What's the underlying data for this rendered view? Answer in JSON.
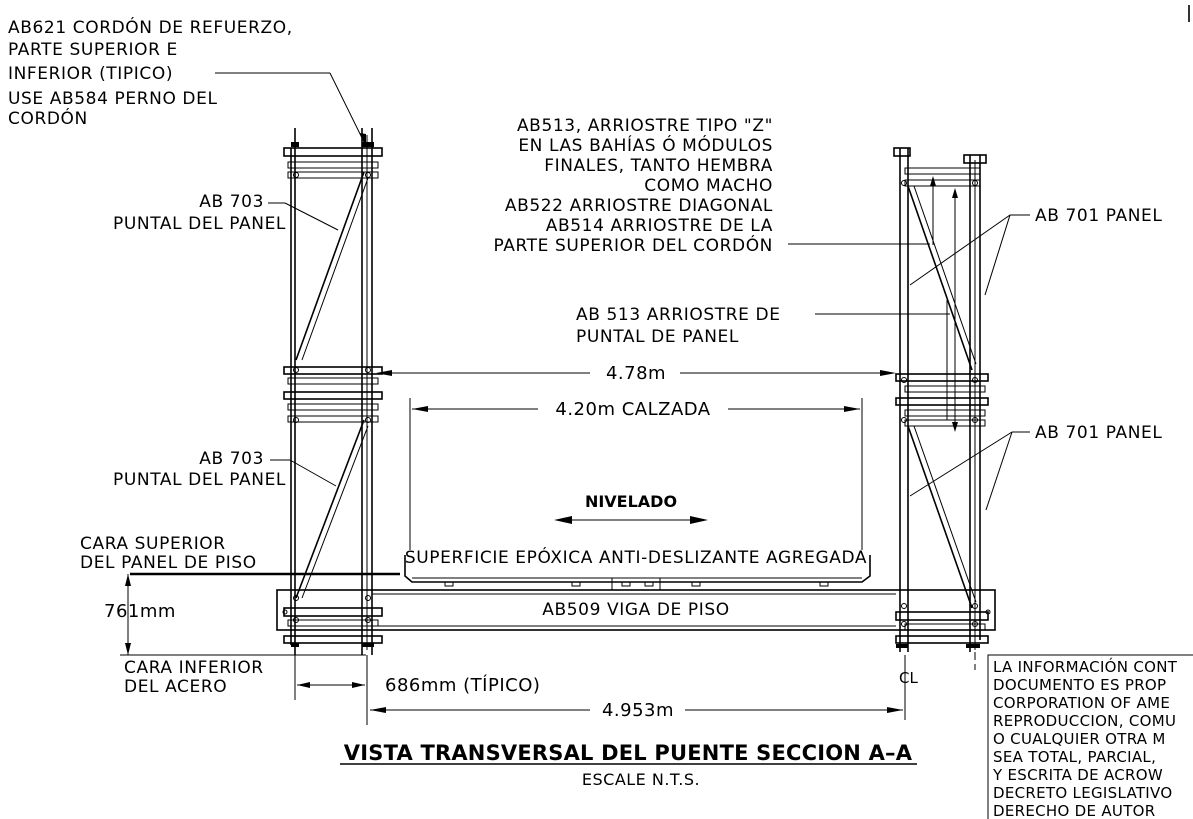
{
  "labels": {
    "ab621": [
      "AB621 CORDÓN DE REFUERZO,",
      "PARTE SUPERIOR E",
      "INFERIOR (TIPICO)",
      "USE AB584 PERNO DEL",
      "CORDÓN"
    ],
    "ab513_z": [
      "AB513, ARRIOSTRE TIPO \"Z\"",
      "EN LAS BAHÍAS Ó MÓDULOS",
      "FINALES, TANTO HEMBRA",
      "COMO MACHO",
      "AB522 ARRIOSTRE DIAGONAL",
      "AB514 ARRIOSTRE DE LA",
      "PARTE SUPERIOR DEL CORDÓN"
    ],
    "ab703_top": [
      "AB 703",
      "PUNTAL DEL PANEL"
    ],
    "ab703_bottom": [
      "AB 703",
      "PUNTAL DEL PANEL"
    ],
    "ab701_top": "AB 701 PANEL",
    "ab701_bottom": "AB 701 PANEL",
    "ab513_puntal": [
      "AB 513 ARRIOSTRE DE",
      "PUNTAL DE PANEL"
    ],
    "cara_superior": [
      "CARA SUPERIOR",
      "DEL PANEL DE PISO"
    ],
    "cara_inferior": [
      "CARA INFERIOR",
      "DEL ACERO"
    ],
    "superficie": "SUPERFICIE EPÓXICA ANTI-DESLIZANTE AGREGADA",
    "viga": "AB509 VIGA DE PISO",
    "nivelado": "NIVELADO",
    "centerline": "CL"
  },
  "dimensions": {
    "width_478": "4.78m",
    "calzada": "4.20m CALZADA",
    "height_761": "761mm",
    "typical_686": "686mm (TÍPICO)",
    "width_4953": "4.953m"
  },
  "title": {
    "main": "VISTA TRANSVERSAL DEL PUENTE SECCION A–A",
    "scale": "ESCALE N.T.S."
  },
  "notice": [
    "LA INFORMACIÓN CONT",
    "DOCUMENTO ES PROP",
    "CORPORATION OF AME",
    "REPRODUCCION, COMU",
    "O CUALQUIER OTRA M",
    "SEA TOTAL, PARCIAL,",
    "Y ESCRITA DE ACROW",
    "DECRETO LEGISLATIVO",
    "DERECHO DE AUTOR"
  ]
}
